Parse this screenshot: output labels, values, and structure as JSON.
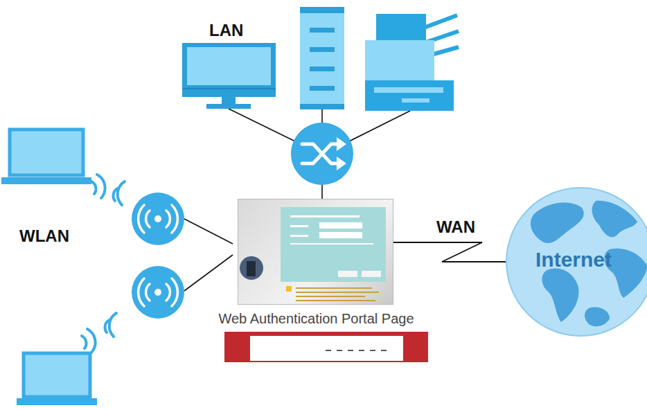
{
  "diagram": {
    "nodes": [
      {
        "text": [
          "Web Authentication Portal Page"
        ]
      },
      {
        "text": [
          "Internet"
        ]
      }
    ],
    "edges": [
      {
        "from": 0,
        "to": 1,
        "label": "WAN",
        "arrow": "none"
      }
    ],
    "labels": [
      "LAN",
      "WLAN"
    ]
  }
}
